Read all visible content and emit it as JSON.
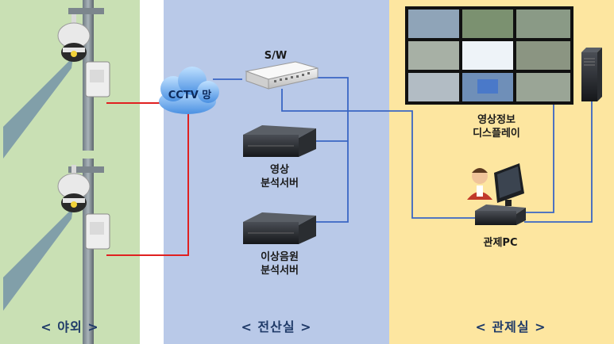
{
  "zones": {
    "outdoor": "< 야외 >",
    "server_room": "< 전산실 >",
    "control_room": "< 관제실 >"
  },
  "nodes": {
    "cctv_network": "CCTV 망",
    "switch": "S/W",
    "video_server": [
      "영상",
      "분석서버"
    ],
    "audio_server": [
      "이상음원",
      "분석서버"
    ],
    "video_wall": [
      "영상정보",
      "디스플레이"
    ],
    "control_pc": "관제PC"
  },
  "colors": {
    "outdoor_bg": "#c9e0b4",
    "server_bg": "#b9c9e8",
    "control_bg": "#fde6a0",
    "camera_link": "#e02020",
    "lan_link": "#3a66c4"
  },
  "icons": [
    "ptz-camera-icon",
    "cloud-icon",
    "switch-icon",
    "server-icon",
    "monitor-wall-icon",
    "tower-server-icon",
    "operator-icon",
    "pc-icon"
  ]
}
